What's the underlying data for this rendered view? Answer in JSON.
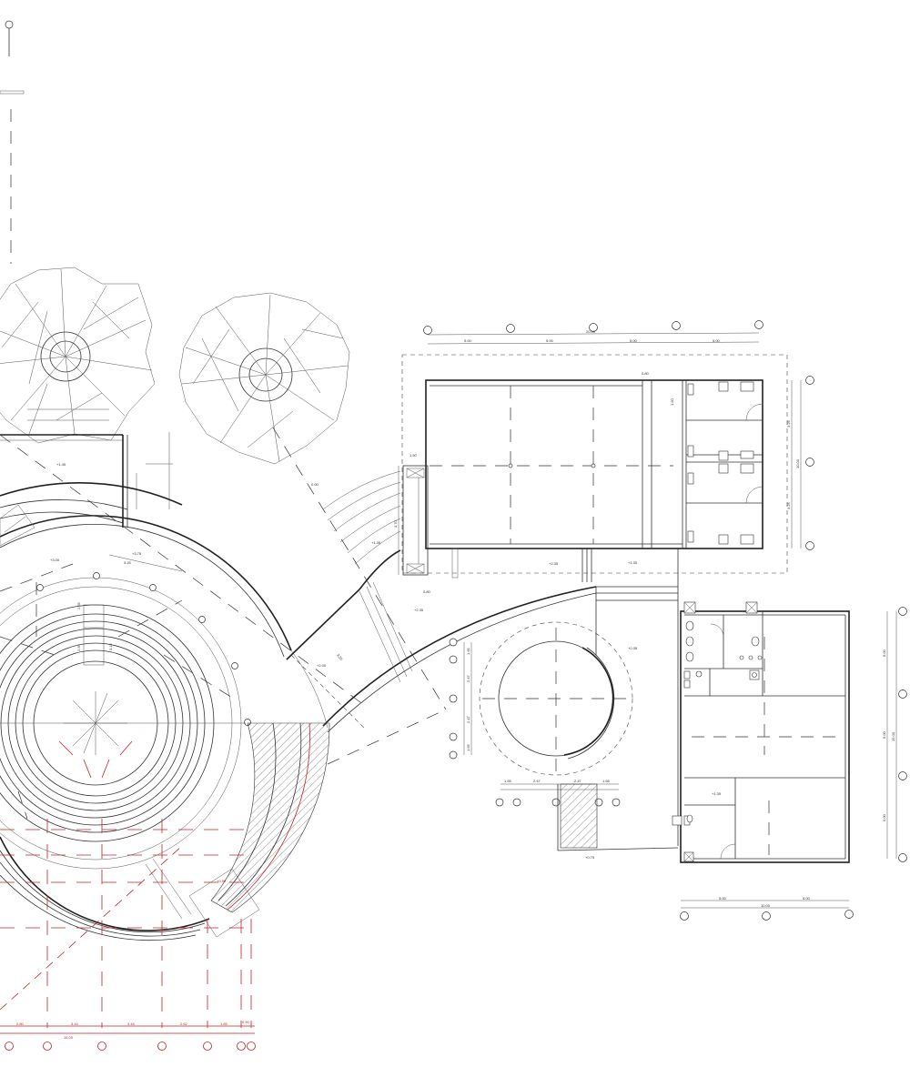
{
  "colors": {
    "line": "#333333",
    "red_markup": "#c0232a",
    "paper": "#ffffff"
  },
  "labels": {
    "pav_dim_top_total": "20.00",
    "pav_dim_top_1": "5.00",
    "pav_dim_top_2": "5.00",
    "pav_dim_top_3": "5.00",
    "pav_dim_top_4": "5.00",
    "pav_dim_right_total": "10.00",
    "pav_dim_right_1": "3.25",
    "pav_dim_right_2": "3.50",
    "pav_dim_right_3": "3.25",
    "pav_small_1": "0.80",
    "pav_small_2": "1.50",
    "pav_small_3": "2.00",
    "pav_left_dim": "1.50",
    "pav_left_v": "3.70",
    "pav_left_bot": "0.80",
    "pav_level_1": "+2.35",
    "pav_level_2": "+1.35",
    "pav_level_3": "+1.35",
    "pav_level_4": "+1.35",
    "level_upper_1": "+2.35",
    "level_upper_2": "+0.35",
    "tree_side_1": "+1.45",
    "tree_side_2": "0.00",
    "amph_level_1": "+3.00",
    "amph_level_2": "+3.75",
    "amph_level_3": "+2.00",
    "amph_dim_1": "3.25",
    "amph_dim_2": "2.65",
    "amph_dim_3": "2.50",
    "amph_dim_4": "3.15",
    "bridge_label": "3.25",
    "circle_level": "+0.35",
    "circle_dim_1": "1.65",
    "circle_dim_2": "2.47",
    "circle_dim_3": "2.47",
    "circle_dim_4": "1.65",
    "circle_v_1": "1.65",
    "circle_v_2": "2.47",
    "circle_v_3": "2.47",
    "circle_v_4": "1.65",
    "ramp_level": "+0.75",
    "block_dim_right_1": "5.00",
    "block_dim_right_2": "5.00",
    "block_dim_right_3": "5.00",
    "block_dim_right_total": "15.00",
    "block_dim_bot_total": "10.00",
    "block_dim_bot_1": "5.00",
    "block_dim_bot_2": "5.00",
    "block_level": "+1.35",
    "red_level": "+0.90",
    "red_dim_1": "2.80",
    "red_dim_2": "3.44",
    "red_dim_3": "3.44",
    "red_dim_4": "2.62",
    "red_dim_5": "1.65",
    "red_dim_6": "0.90",
    "red_dim_total": "16.00",
    "stub_dim": "1.25"
  },
  "grid_bubbles": {
    "pavilion_top": [
      "",
      "",
      "",
      "",
      ""
    ],
    "pavilion_right": [
      "",
      "",
      ""
    ],
    "block_right": [
      "",
      "",
      "",
      ""
    ],
    "block_bottom": [
      "",
      "",
      ""
    ],
    "circle_left": [
      "",
      "",
      "",
      ""
    ],
    "circle_bottom": [
      "",
      "",
      "",
      "",
      ""
    ],
    "red_bottom": [
      "",
      "",
      "",
      "",
      "",
      "",
      ""
    ]
  }
}
